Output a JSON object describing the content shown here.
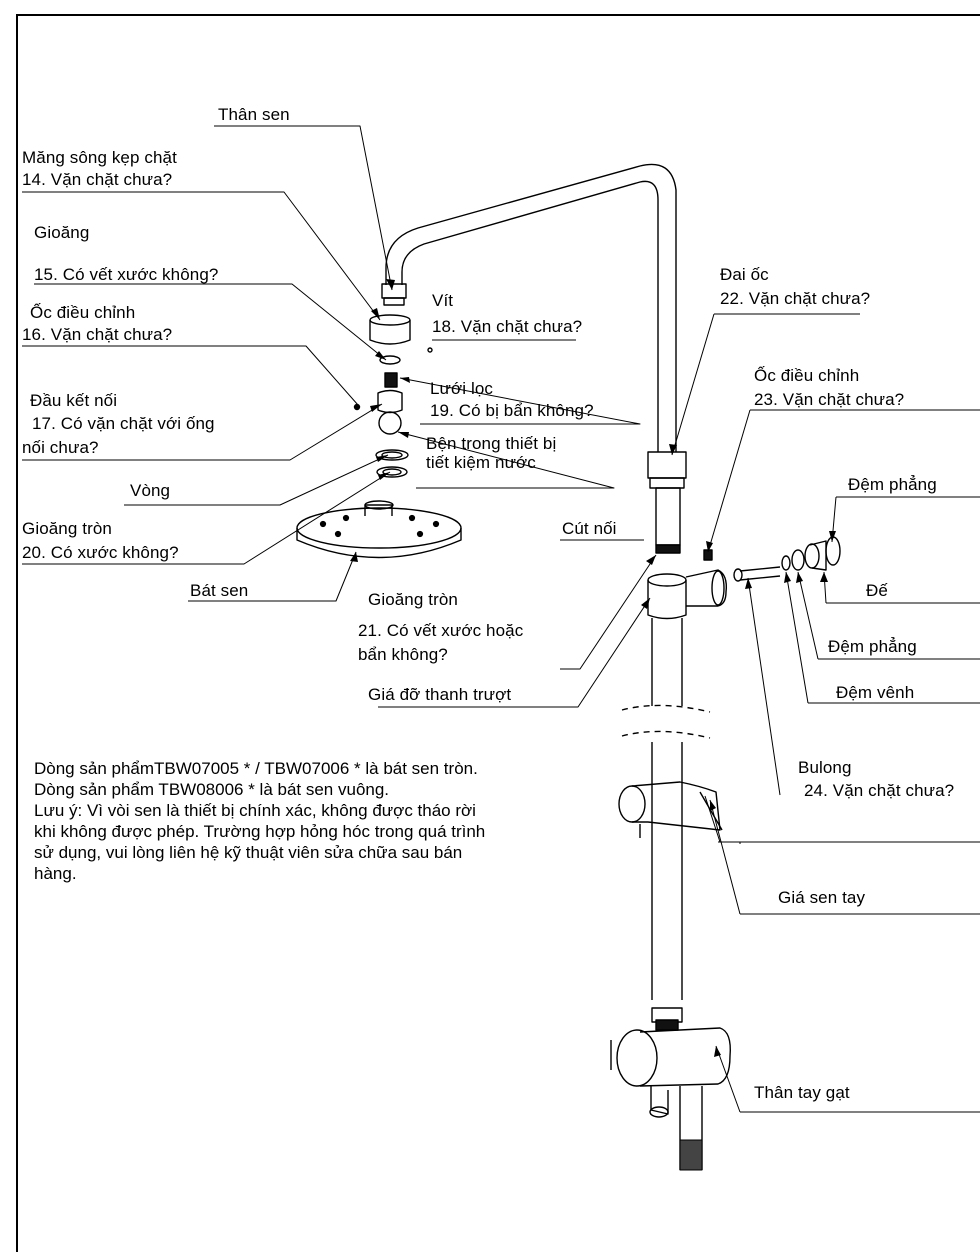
{
  "labels": {
    "than_sen": "Thân sen",
    "mang_song_title": "Măng sông kẹp chặt",
    "mang_song_q": "14. Vặn chặt chưa?",
    "gioang_title": "Gioăng",
    "gioang_q": "15. Có vết xước không?",
    "oc_dieu_chinh_title": "Ốc điều chỉnh",
    "oc_dieu_chinh_q": "16. Vặn chặt chưa?",
    "dau_ket_noi_title": "Đầu kết nối",
    "dau_ket_noi_q1": "17. Có vặn chặt với ống",
    "dau_ket_noi_q2": "nối chưa?",
    "vong": "Vòng",
    "gioang_tron_title": "Gioăng tròn",
    "gioang_tron_q": "20. Có xước không?",
    "bat_sen": "Bát sen",
    "vit_title": "Vít",
    "vit_q": "18. Vặn chặt chưa?",
    "luoi_loc_title": "Lưới lọc",
    "luoi_loc_q": "19. Có bị bẩn không?",
    "ben_trong_1": "Bện trong thiết bị",
    "ben_trong_2": "tiết kiệm nước",
    "cut_noi": "Cút nối",
    "gioang_tron2_title": "Gioăng tròn",
    "gioang_tron2_q1": "21. Có vết xước hoặc",
    "gioang_tron2_q2": "bẩn không?",
    "gia_do": "Giá đỡ thanh trượt",
    "dai_oc_title": "Đai ốc",
    "dai_oc_q": "22. Vặn chặt chưa?",
    "oc_dieu_chinh2_title": "Ốc điều chỉnh",
    "oc_dieu_chinh2_q": "23. Vặn chặt chưa?",
    "dem_phang_top": "Đệm phẳng",
    "de": "Đế",
    "dem_phang": "Đệm phẳng",
    "dem_venh": "Đệm vênh",
    "bulong_title": "Bulong",
    "bulong_q": "24. Vặn chặt chưa?",
    "gia_sen_tay": "Giá sen tay",
    "than_tay_gat": "Thân tay gạt"
  },
  "note": [
    "Dòng sản phẩmTBW07005 * / TBW07006 * là bát sen tròn.",
    "Dòng sản phẩm TBW08006 * là bát sen vuông.",
    "Lưu ý: Vì vòi sen là thiết bị chính xác, không được tháo rời",
    "khi không được phép. Trường hợp hỏng hóc trong quá trình",
    "sử dụng, vui lòng liên hệ kỹ thuật viên sửa chữa sau bán",
    "hàng."
  ]
}
